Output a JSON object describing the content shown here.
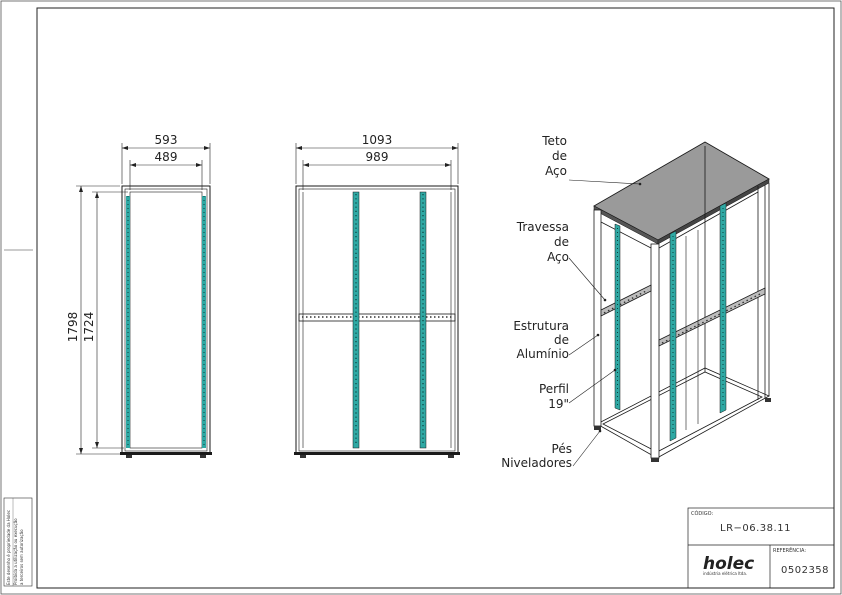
{
  "dimensions": {
    "side_outer_width": "593",
    "side_inner_width": "489",
    "outer_height": "1798",
    "inner_height": "1724",
    "front_outer_width": "1093",
    "front_inner_width": "989"
  },
  "callouts": [
    {
      "lines": [
        "Teto",
        "de",
        "Aço"
      ]
    },
    {
      "lines": [
        "Travessa",
        "de",
        "Aço"
      ]
    },
    {
      "lines": [
        "Estrutura",
        "de",
        "Alumínio"
      ]
    },
    {
      "lines": [
        "Perfil",
        "19\""
      ]
    },
    {
      "lines": [
        "Pés",
        "Niveladores"
      ]
    }
  ],
  "title_block": {
    "code_label": "CÓDIGO:",
    "code_value": "LR−06.38.11",
    "reference_label": "REFERÊNCIA:",
    "reference_value": "0502358",
    "logo": "holec",
    "logo_tagline": "indústria elétrica ltda."
  },
  "ownership_note": [
    "Este desenho é propriedade da Holec",
    "Proibida a utilização ou execução",
    "a terceiros sem autorização"
  ],
  "colors": {
    "line": "#1a1a1a",
    "profile": "#2fa9a4",
    "roof": "#9a9a9a"
  }
}
